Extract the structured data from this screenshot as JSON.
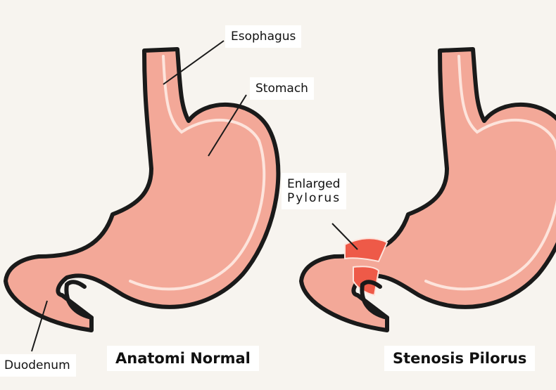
{
  "labels": {
    "esophagus": "Esophagus",
    "stomach": "Stomach",
    "enlarged_line1": "Enlarged",
    "enlarged_line2": "Pylorus",
    "duodenum": "Duodenum"
  },
  "captions": {
    "left": "Anatomi Normal",
    "right": "Stenosis Pilorus"
  },
  "colors": {
    "stomach_fill": "#f3a898",
    "stomach_outline": "#1a1a1a",
    "inner_highlight": "#fde4dc",
    "pylorus_fill": "#ee5a48",
    "background": "#f7f4ef"
  }
}
